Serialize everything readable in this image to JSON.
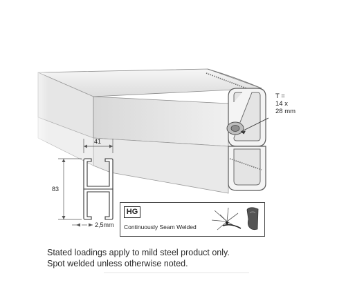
{
  "thickness_label": {
    "line1": "T =",
    "line2": "14 x",
    "line3": "28 mm"
  },
  "section": {
    "width_label": "41",
    "height_label": "83",
    "thickness_label": "2,5mm"
  },
  "finish": {
    "code": "HG",
    "caption": "Continuously Seam Welded",
    "icons": [
      "weld-spark-icon",
      "weld-bead-icon"
    ]
  },
  "notes": [
    "Stated loadings apply to mild steel product only.",
    "Spot welded unless otherwise noted."
  ],
  "colors": {
    "outline": "#5a5a5a",
    "steel_light": "#ececec",
    "steel_shadow": "#bdbdbd"
  }
}
